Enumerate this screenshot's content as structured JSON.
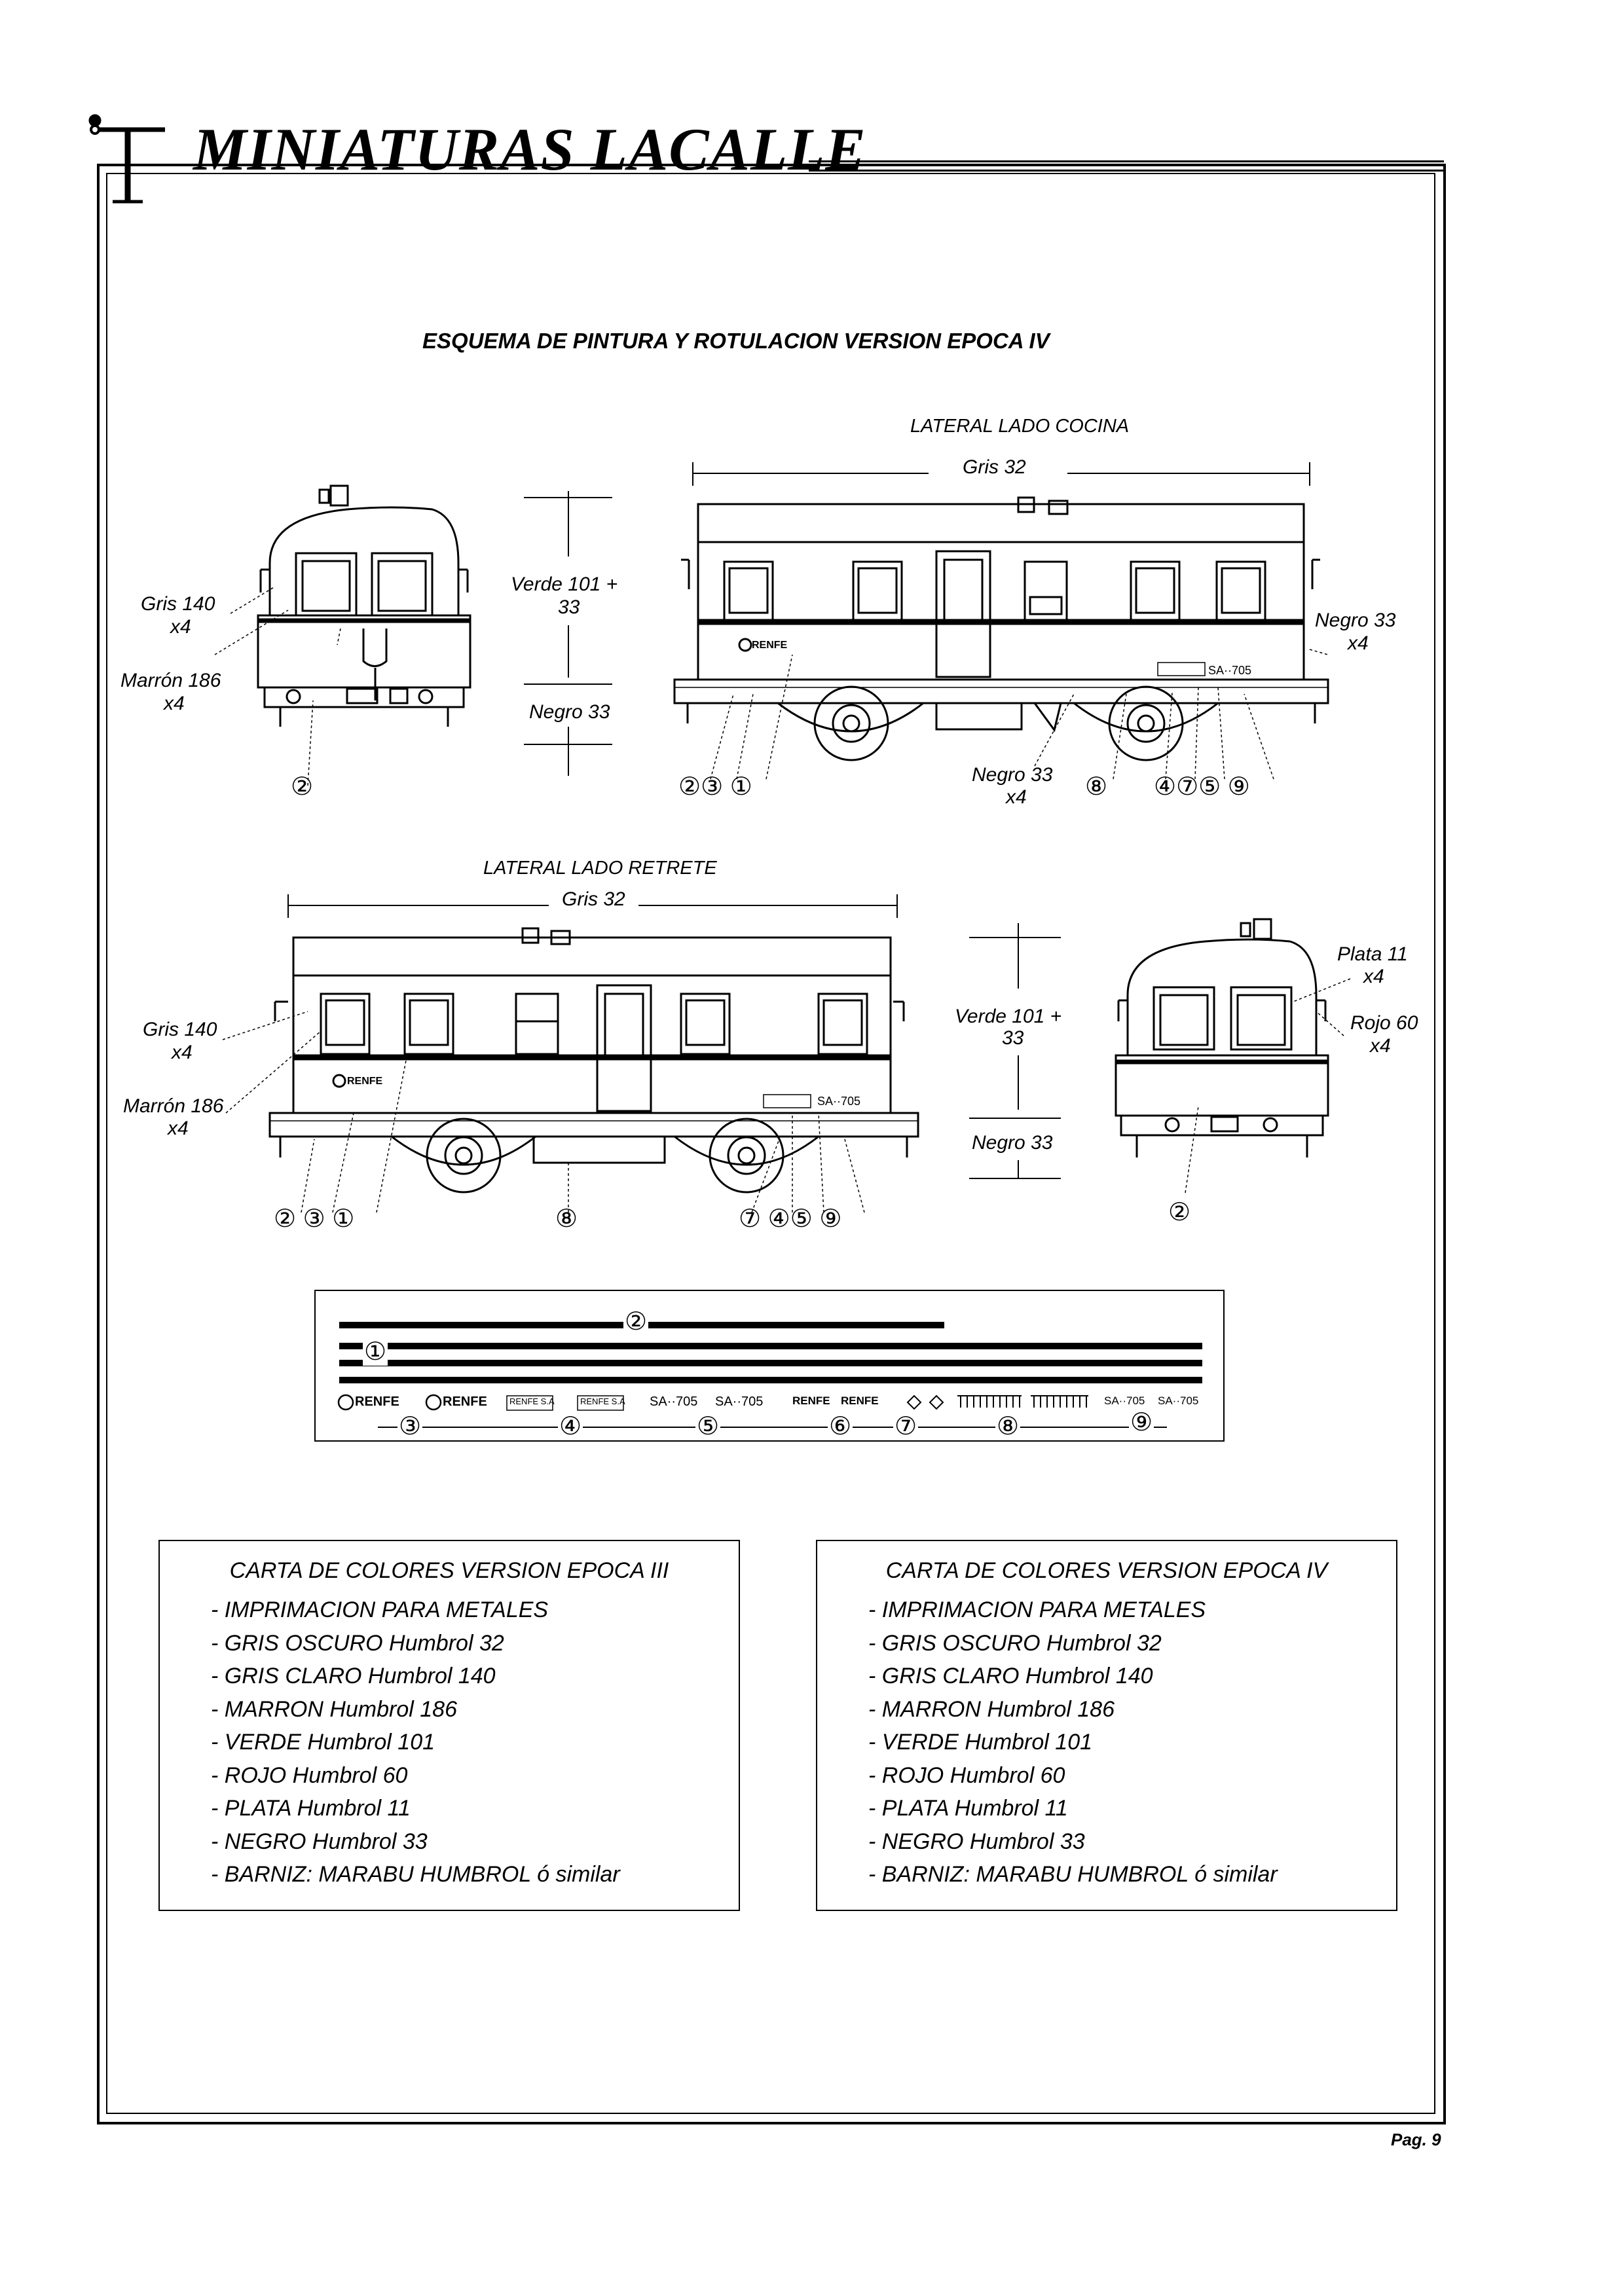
{
  "brand": {
    "name": "MINIATURAS  LACALLE"
  },
  "heading": "ESQUEMA DE PINTURA Y ROTULACION  VERSION EPOCA IV",
  "views": {
    "cocina": {
      "title": "LATERAL LADO COCINA",
      "overall_label": "Gris 32"
    },
    "retrete": {
      "title": "LATERAL LADO RETRETE",
      "overall_label": "Gris 32"
    }
  },
  "labels": {
    "front_top": {
      "gris_140": "Gris 140",
      "x4_a": "x4",
      "marron_186": "Marrón 186",
      "x4_b": "x4"
    },
    "mid_top": {
      "verde_line1": "Verde 101 +",
      "verde_line2": "33",
      "negro": "Negro 33"
    },
    "cocina_side": {
      "negro_right": "Negro 33",
      "x4_right": "x4",
      "negro_under": "Negro 33",
      "x4_under": "x4"
    },
    "retrete_side": {
      "gris_140": "Gris 140",
      "x4_a": "x4",
      "marron_186": "Marrón 186",
      "x4_b": "x4"
    },
    "mid_bottom": {
      "verde_line1": "Verde 101 +",
      "verde_line2": "33",
      "negro": "Negro 33"
    },
    "front_bottom": {
      "plata": "Plata 11",
      "x4_a": "x4",
      "rojo": "Rojo 60",
      "x4_b": "x4"
    }
  },
  "callouts": {
    "front_top": "②",
    "cocina_left": "②③ ①",
    "cocina_mid": "⑧",
    "cocina_right": "④⑦⑤ ⑨",
    "retrete_left": "②  ③  ①",
    "retrete_mid": "⑧",
    "retrete_right": "⑦ ④⑤ ⑨",
    "front_bottom": "②"
  },
  "decal_sheet": {
    "marker_top": "②",
    "marker_line": "①",
    "texts": [
      "RENFE",
      "RENFE",
      "RENFE S.A",
      "RENFE S.A",
      "SA··705",
      "SA··705",
      "RENFE",
      "RENFE",
      "SA··705",
      "SA··705"
    ],
    "numbers": [
      "③",
      "④",
      "⑤",
      "⑥",
      "⑦",
      "⑧",
      "⑨"
    ]
  },
  "charts": [
    {
      "title": "CARTA DE COLORES  VERSION EPOCA III",
      "items": [
        "- IMPRIMACION  PARA  METALES",
        "- GRIS OSCURO  Humbrol 32",
        "- GRIS CLARO Humbrol 140",
        "- MARRON Humbrol 186",
        "- VERDE Humbrol 101",
        "- ROJO Humbrol 60",
        "- PLATA  Humbrol 11",
        "- NEGRO Humbrol 33",
        "- BARNIZ: MARABU HUMBROL ó similar"
      ]
    },
    {
      "title": "CARTA DE COLORES  VERSION EPOCA IV",
      "items": [
        "- IMPRIMACION  PARA  METALES",
        "- GRIS OSCURO  Humbrol 32",
        "- GRIS CLARO Humbrol 140",
        "- MARRON Humbrol 186",
        "- VERDE Humbrol 101",
        "- ROJO Humbrol 60",
        "- PLATA  Humbrol 11",
        "- NEGRO Humbrol 33",
        "- BARNIZ: MARABU HUMBROL ó similar"
      ]
    }
  ],
  "page_number": "Pag. 9"
}
